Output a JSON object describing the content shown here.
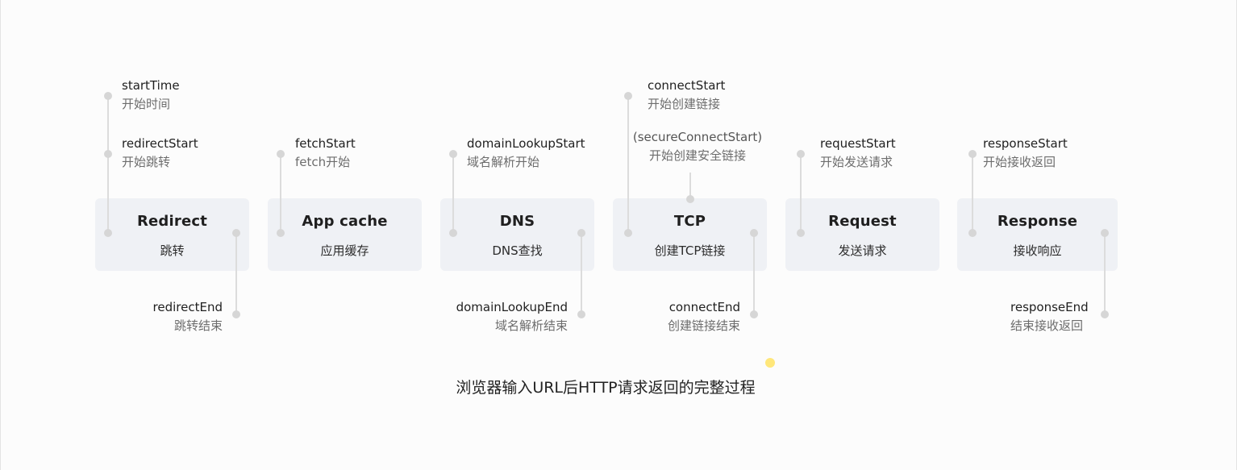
{
  "caption": "浏览器输入URL后HTTP请求返回的完整过程",
  "stages": [
    {
      "title": "Redirect",
      "subtitle": "跳转"
    },
    {
      "title": "App cache",
      "subtitle": "应用缓存"
    },
    {
      "title": "DNS",
      "subtitle": "DNS查找"
    },
    {
      "title": "TCP",
      "subtitle": "创建TCP链接"
    },
    {
      "title": "Request",
      "subtitle": "发送请求"
    },
    {
      "title": "Response",
      "subtitle": "接收响应"
    }
  ],
  "events": {
    "startTime": {
      "en": "startTime",
      "zh": "开始时间"
    },
    "redirectStart": {
      "en": "redirectStart",
      "zh": "开始跳转"
    },
    "redirectEnd": {
      "en": "redirectEnd",
      "zh": "跳转结束"
    },
    "fetchStart": {
      "en": "fetchStart",
      "zh": "fetch开始"
    },
    "domainLookupStart": {
      "en": "domainLookupStart",
      "zh": "域名解析开始"
    },
    "domainLookupEnd": {
      "en": "domainLookupEnd",
      "zh": "域名解析结束"
    },
    "connectStart": {
      "en": "connectStart",
      "zh": "开始创建链接"
    },
    "secureConnectStart": {
      "en": "(secureConnectStart)",
      "zh": "开始创建安全链接"
    },
    "connectEnd": {
      "en": "connectEnd",
      "zh": "创建链接结束"
    },
    "requestStart": {
      "en": "requestStart",
      "zh": "开始发送请求"
    },
    "responseStart": {
      "en": "responseStart",
      "zh": "开始接收返回"
    },
    "responseEnd": {
      "en": "responseEnd",
      "zh": "结束接收返回"
    }
  }
}
